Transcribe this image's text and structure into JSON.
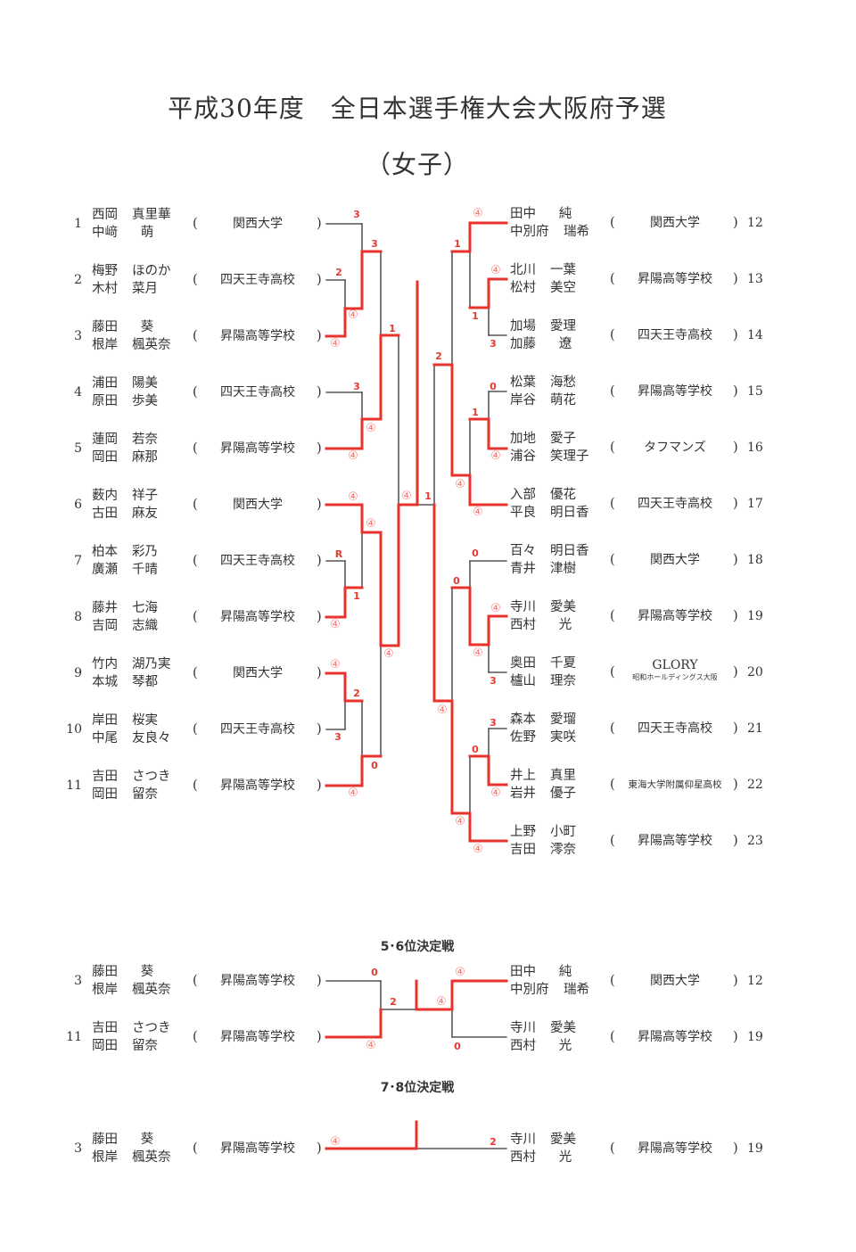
{
  "title": "平成30年度　全日本選手権大会大阪府予選",
  "subtitle": "（女子）",
  "colors": {
    "win": "#e8322c",
    "line": "#333333",
    "score": "#e53a32"
  },
  "main": {
    "left": [
      {
        "no": "1",
        "p": [
          [
            "西岡",
            "真里華"
          ],
          [
            "中﨑",
            "萌"
          ]
        ],
        "school": "関西大学"
      },
      {
        "no": "2",
        "p": [
          [
            "梅野",
            "ほのか"
          ],
          [
            "木村",
            "菜月"
          ]
        ],
        "school": "四天王寺高校"
      },
      {
        "no": "3",
        "p": [
          [
            "藤田",
            "葵"
          ],
          [
            "根岸",
            "楓英奈"
          ]
        ],
        "school": "昇陽高等学校"
      },
      {
        "no": "4",
        "p": [
          [
            "浦田",
            "陽美"
          ],
          [
            "原田",
            "歩美"
          ]
        ],
        "school": "四天王寺高校"
      },
      {
        "no": "5",
        "p": [
          [
            "蓮岡",
            "若奈"
          ],
          [
            "岡田",
            "麻那"
          ]
        ],
        "school": "昇陽高等学校"
      },
      {
        "no": "6",
        "p": [
          [
            "薮内",
            "祥子"
          ],
          [
            "古田",
            "麻友"
          ]
        ],
        "school": "関西大学"
      },
      {
        "no": "7",
        "p": [
          [
            "柏本",
            "彩乃"
          ],
          [
            "廣瀬",
            "千晴"
          ]
        ],
        "school": "四天王寺高校"
      },
      {
        "no": "8",
        "p": [
          [
            "藤井",
            "七海"
          ],
          [
            "吉岡",
            "志織"
          ]
        ],
        "school": "昇陽高等学校"
      },
      {
        "no": "9",
        "p": [
          [
            "竹内",
            "湖乃実"
          ],
          [
            "本城",
            "琴都"
          ]
        ],
        "school": "関西大学"
      },
      {
        "no": "10",
        "p": [
          [
            "岸田",
            "桜実"
          ],
          [
            "中尾",
            "友良々"
          ]
        ],
        "school": "四天王寺高校"
      },
      {
        "no": "11",
        "p": [
          [
            "吉田",
            "さつき"
          ],
          [
            "岡田",
            "留奈"
          ]
        ],
        "school": "昇陽高等学校"
      }
    ],
    "right": [
      {
        "no": "12",
        "p": [
          [
            "田中",
            "純"
          ],
          [
            "中別府",
            "瑞希"
          ]
        ],
        "school": "関西大学"
      },
      {
        "no": "13",
        "p": [
          [
            "北川",
            "一葉"
          ],
          [
            "松村",
            "美空"
          ]
        ],
        "school": "昇陽高等学校"
      },
      {
        "no": "14",
        "p": [
          [
            "加場",
            "愛理"
          ],
          [
            "加藤",
            "遼"
          ]
        ],
        "school": "四天王寺高校"
      },
      {
        "no": "15",
        "p": [
          [
            "松葉",
            "海愁"
          ],
          [
            "岸谷",
            "萌花"
          ]
        ],
        "school": "昇陽高等学校"
      },
      {
        "no": "16",
        "p": [
          [
            "加地",
            "愛子"
          ],
          [
            "浦谷",
            "笑理子"
          ]
        ],
        "school": "タフマンズ"
      },
      {
        "no": "17",
        "p": [
          [
            "入部",
            "優花"
          ],
          [
            "平良",
            "明日香"
          ]
        ],
        "school": "四天王寺高校"
      },
      {
        "no": "18",
        "p": [
          [
            "百々",
            "明日香"
          ],
          [
            "青井",
            "津樹"
          ]
        ],
        "school": "関西大学"
      },
      {
        "no": "19",
        "p": [
          [
            "寺川",
            "愛美"
          ],
          [
            "西村",
            "光"
          ]
        ],
        "school": "昇陽高等学校"
      },
      {
        "no": "20",
        "p": [
          [
            "奥田",
            "千夏"
          ],
          [
            "櫨山",
            "理奈"
          ]
        ],
        "school": "GLORY",
        "school_sub": "昭和ホールディングス大阪"
      },
      {
        "no": "21",
        "p": [
          [
            "森本",
            "愛瑠"
          ],
          [
            "佐野",
            "実咲"
          ]
        ],
        "school": "四天王寺高校"
      },
      {
        "no": "22",
        "p": [
          [
            "井上",
            "真里"
          ],
          [
            "岩井",
            "優子"
          ]
        ],
        "school": "東海大学附属仰星高校",
        "school_small": true
      },
      {
        "no": "23",
        "p": [
          [
            "上野",
            "小町"
          ],
          [
            "吉田",
            "澪奈"
          ]
        ],
        "school": "昇陽高等学校"
      }
    ],
    "scores": [
      "3",
      "2",
      "④",
      "3",
      "④",
      "1",
      "3",
      "④",
      "④",
      "④",
      "④",
      "R",
      "1",
      "④",
      "④",
      "④",
      "2",
      "3",
      "0",
      "④",
      "④",
      "1",
      "④",
      "1",
      "④",
      "1",
      "3",
      "2",
      "0",
      "1",
      "④",
      "④",
      "④",
      "0",
      "0",
      "④",
      "④",
      "3",
      "④",
      "3",
      "0",
      "④",
      "④",
      "④"
    ]
  },
  "placement56": {
    "title": "5･6位決定戦",
    "left": [
      {
        "no": "3",
        "p": [
          [
            "藤田",
            "葵"
          ],
          [
            "根岸",
            "楓英奈"
          ]
        ],
        "school": "昇陽高等学校"
      },
      {
        "no": "11",
        "p": [
          [
            "吉田",
            "さつき"
          ],
          [
            "岡田",
            "留奈"
          ]
        ],
        "school": "昇陽高等学校"
      }
    ],
    "right": [
      {
        "no": "12",
        "p": [
          [
            "田中",
            "純"
          ],
          [
            "中別府",
            "瑞希"
          ]
        ],
        "school": "関西大学"
      },
      {
        "no": "19",
        "p": [
          [
            "寺川",
            "愛美"
          ],
          [
            "西村",
            "光"
          ]
        ],
        "school": "昇陽高等学校"
      }
    ],
    "scores": [
      "0",
      "④",
      "2",
      "④",
      "④",
      "0"
    ]
  },
  "placement78": {
    "title": "7･8位決定戦",
    "left": [
      {
        "no": "3",
        "p": [
          [
            "藤田",
            "葵"
          ],
          [
            "根岸",
            "楓英奈"
          ]
        ],
        "school": "昇陽高等学校"
      }
    ],
    "right": [
      {
        "no": "19",
        "p": [
          [
            "寺川",
            "愛美"
          ],
          [
            "西村",
            "光"
          ]
        ],
        "school": "昇陽高等学校"
      }
    ],
    "scores": [
      "④",
      "2"
    ]
  }
}
